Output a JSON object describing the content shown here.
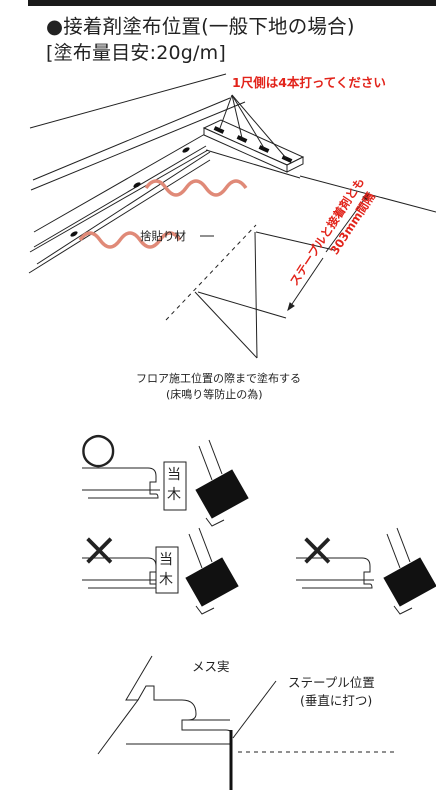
{
  "header": {
    "title": "●接着剤塗布位置(一般下地の場合)",
    "subtitle": "[塗布量目安:20g/m]"
  },
  "diagram": {
    "staple_note": "1尺側は4本打ってください",
    "side_note_line1": "ステープルと接着剤とも",
    "side_note_line2": "303mm間隔",
    "sutebari": "捨貼り材",
    "apply_line1": "フロア施工位置の際まで塗布する",
    "apply_line2": "(床鳴り等防止の為)",
    "accent_color": "#e2231a",
    "glue_color": "#e08a78"
  },
  "examples": {
    "ok_mark": "○",
    "ng_mark": "×",
    "block_label_1": "当",
    "block_label_2": "木"
  },
  "detail": {
    "mesu_label": "メス実",
    "staple_pos_line1": "ステープル位置",
    "staple_pos_line2": "(垂直に打つ)"
  }
}
